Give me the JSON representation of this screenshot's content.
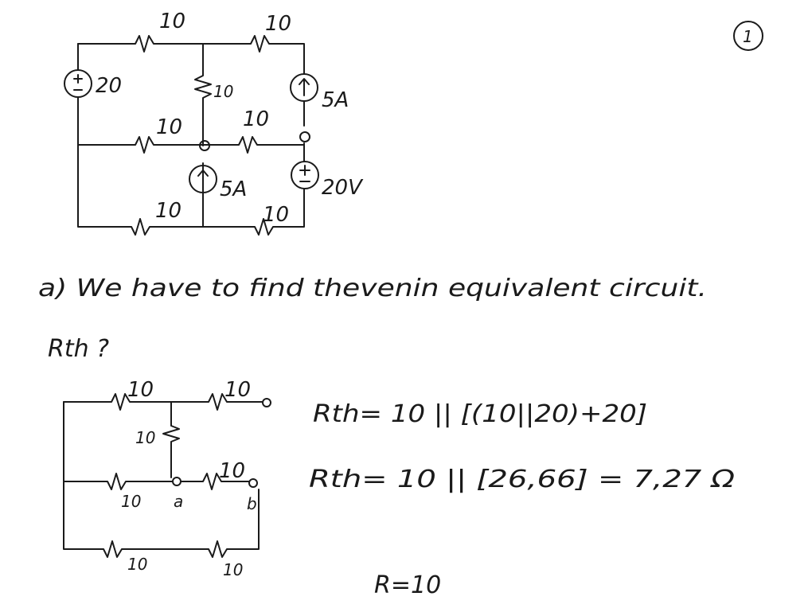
{
  "page_number": "1",
  "circuit_1": {
    "r_top_left": "10",
    "r_top_right": "10",
    "r_mid_vertical": "10",
    "r_mid_left": "10",
    "r_mid_right": "10",
    "r_bottom_left": "10",
    "r_bottom_right": "10",
    "source_voltage_left": "20",
    "source_current_top": "5A",
    "source_current_mid": "5A",
    "source_voltage_right": "20V"
  },
  "text": {
    "statement": "a) We have to find thevenin equivalent circuit.",
    "question": "Rth ?",
    "eq1": "Rth= 10 || [(10||20)+20]",
    "eq2": "Rth= 10 || [26,66] = 7,27 Ω",
    "r_note": "R=10"
  },
  "circuit_2": {
    "r_top_left": "10",
    "r_top_right": "10",
    "r_vertical": "10",
    "r_mid_left": "10",
    "r_mid_right": "10",
    "node_a": "a",
    "node_b": "b",
    "r_bottom_left": "10",
    "r_bottom_right": "10"
  }
}
